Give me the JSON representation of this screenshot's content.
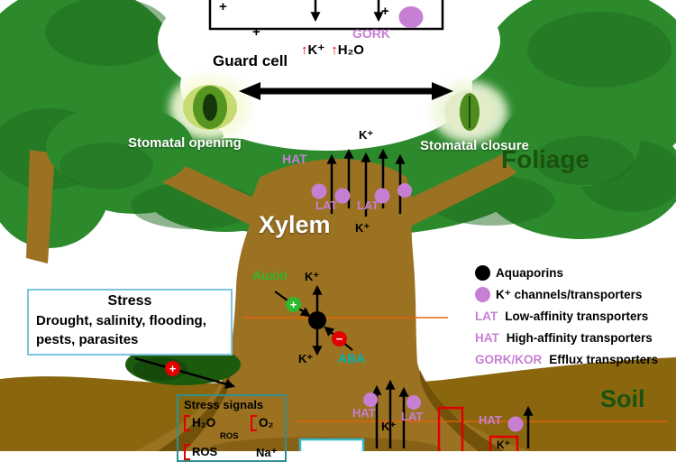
{
  "colors": {
    "violet": "#c77fd4",
    "red": "#e00000",
    "auxin_green": "#2eb82e",
    "aba_teal": "#00b4b4",
    "label_dark_green": "#1b520f",
    "foliage_green": "#2c8a2c",
    "trunk_brown": "#9b7222",
    "soil_brown": "#8a670e"
  },
  "top_box": {
    "plus_left": "+",
    "plus_below": "+",
    "plus_right": "+",
    "gork": "GORK",
    "up1": "↑",
    "k": "K⁺",
    "up2": "↑",
    "h2o": "H₂O",
    "guard_cell": "Guard cell"
  },
  "stomata": {
    "opening": "Stomatal opening",
    "closure": "Stomatal closure"
  },
  "regions": {
    "foliage": "Foliage",
    "xylem": "Xylem",
    "soil": "Soil"
  },
  "trunk_upper": {
    "hat": "HAT",
    "k_top": "K⁺",
    "lat_left": "LAT",
    "lat_right": "LAT",
    "k_mid": "K⁺"
  },
  "trunk_mid": {
    "auxin": "Auxin",
    "k_above": "K⁺",
    "k_below": "K⁺",
    "aba": "ABA",
    "plus": "+",
    "minus": "−"
  },
  "stress": {
    "title": "Stress",
    "line1": "Drought, salinity, flooding,",
    "line2": "pests, parasites",
    "plus": "+"
  },
  "legend": {
    "items": [
      {
        "key": "",
        "label": "Aquaporins"
      },
      {
        "key": "",
        "label": "K⁺ channels/transporters"
      },
      {
        "key": "LAT",
        "label": "Low-affinity transporters"
      },
      {
        "key": "HAT",
        "label": "High-affinity transporters"
      },
      {
        "key": "GORK/KOR",
        "label": "Efflux transporters"
      }
    ]
  },
  "soil_zone": {
    "stress_signals": "Stress signals",
    "h2o": "H₂O",
    "o2": "O₂",
    "ros_small": "ROS",
    "ros": "ROS",
    "na": "Na⁺",
    "hat_center": "HAT",
    "lat": "LAT",
    "k_center": "K⁺",
    "hat_right": "HAT",
    "k_right": "K⁺"
  }
}
